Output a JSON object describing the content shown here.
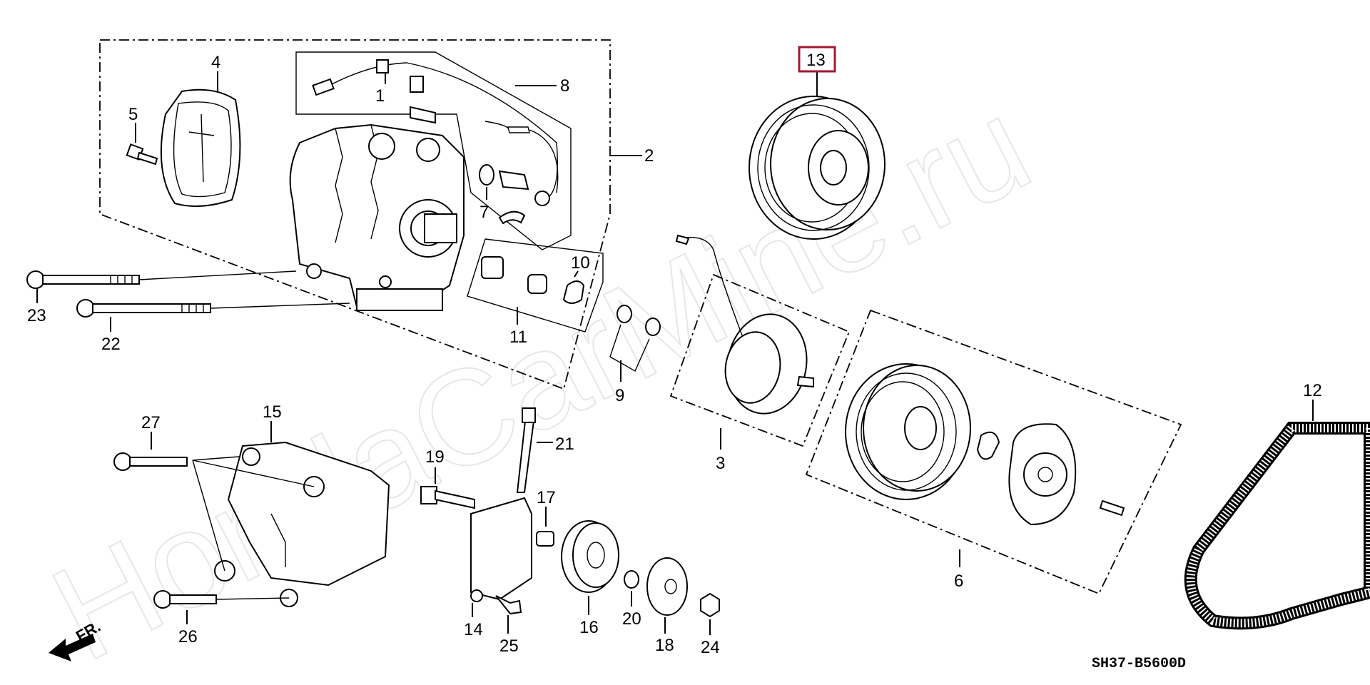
{
  "watermark": "HondaCarMine.ru",
  "diagram_code": "SH37-B5600D",
  "direction_label": "FR.",
  "highlighted_part": "13",
  "part_labels": {
    "p1": "1",
    "p2": "2",
    "p3": "3",
    "p4": "4",
    "p5": "5",
    "p6": "6",
    "p7": "7",
    "p8": "8",
    "p9": "9",
    "p10": "10",
    "p11": "11",
    "p12": "12",
    "p13": "13",
    "p14": "14",
    "p15": "15",
    "p16": "16",
    "p17": "17",
    "p18": "18",
    "p19": "19",
    "p20": "20",
    "p21": "21",
    "p22": "22",
    "p23": "23",
    "p24": "24",
    "p25": "25",
    "p26": "26",
    "p27": "27"
  },
  "colors": {
    "highlight_box": "#a01830",
    "line": "#000000",
    "watermark": "#e6e6e6"
  }
}
